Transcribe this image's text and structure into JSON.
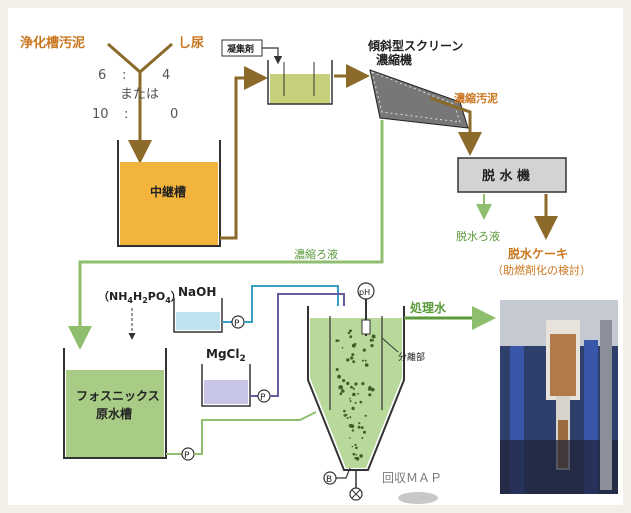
{
  "labels": {
    "sludge": "浄化槽汚泥",
    "night_soil": "し尿",
    "ratio_top_left": "6",
    "ratio_top_right": "4",
    "ratio_colon": ":",
    "ratio_or": "または",
    "ratio_bottom_left": "10",
    "ratio_bottom_right": "0",
    "relay_tank": "中継槽",
    "coagulant": "凝集剤",
    "screen_title_1": "傾斜型スクリーン",
    "screen_title_2": "濃縮機",
    "thickened_sludge": "濃縮汚泥",
    "dewatering_machine": "脱 水 機",
    "dewatered_filtrate": "脱水ろ液",
    "cake_1": "脱水ケーキ",
    "cake_2": "（助燃剤化の検討）",
    "thickened_filtrate": "濃縮ろ液",
    "phosphate_1": "（NH",
    "phosphate_sub1": "4",
    "phosphate_2": "H",
    "phosphate_sub2": "2",
    "phosphate_3": "PO",
    "phosphate_sub3": "4",
    "phosphate_4": "）",
    "naoh": "NaOH",
    "mgcl2": "MgCl",
    "mgcl2_sub": "2",
    "pump": "P",
    "ph": "pH",
    "blower": "B",
    "treated_water": "処理水",
    "separation_section": "分離部",
    "raw_tank_1": "フォスニックス",
    "raw_tank_2": "原水槽",
    "recovered_map": "回収ＭＡＰ"
  },
  "colors": {
    "brown_line": "#8b6a2a",
    "green_line": "#8fbe6e",
    "blue_line": "#3aa0c8",
    "purple_line": "#6a5aa0",
    "relay_fill": "#f2b43c",
    "raw_tank_fill": "#a8cc86",
    "reactor_fill": "#b9d99a"
  }
}
